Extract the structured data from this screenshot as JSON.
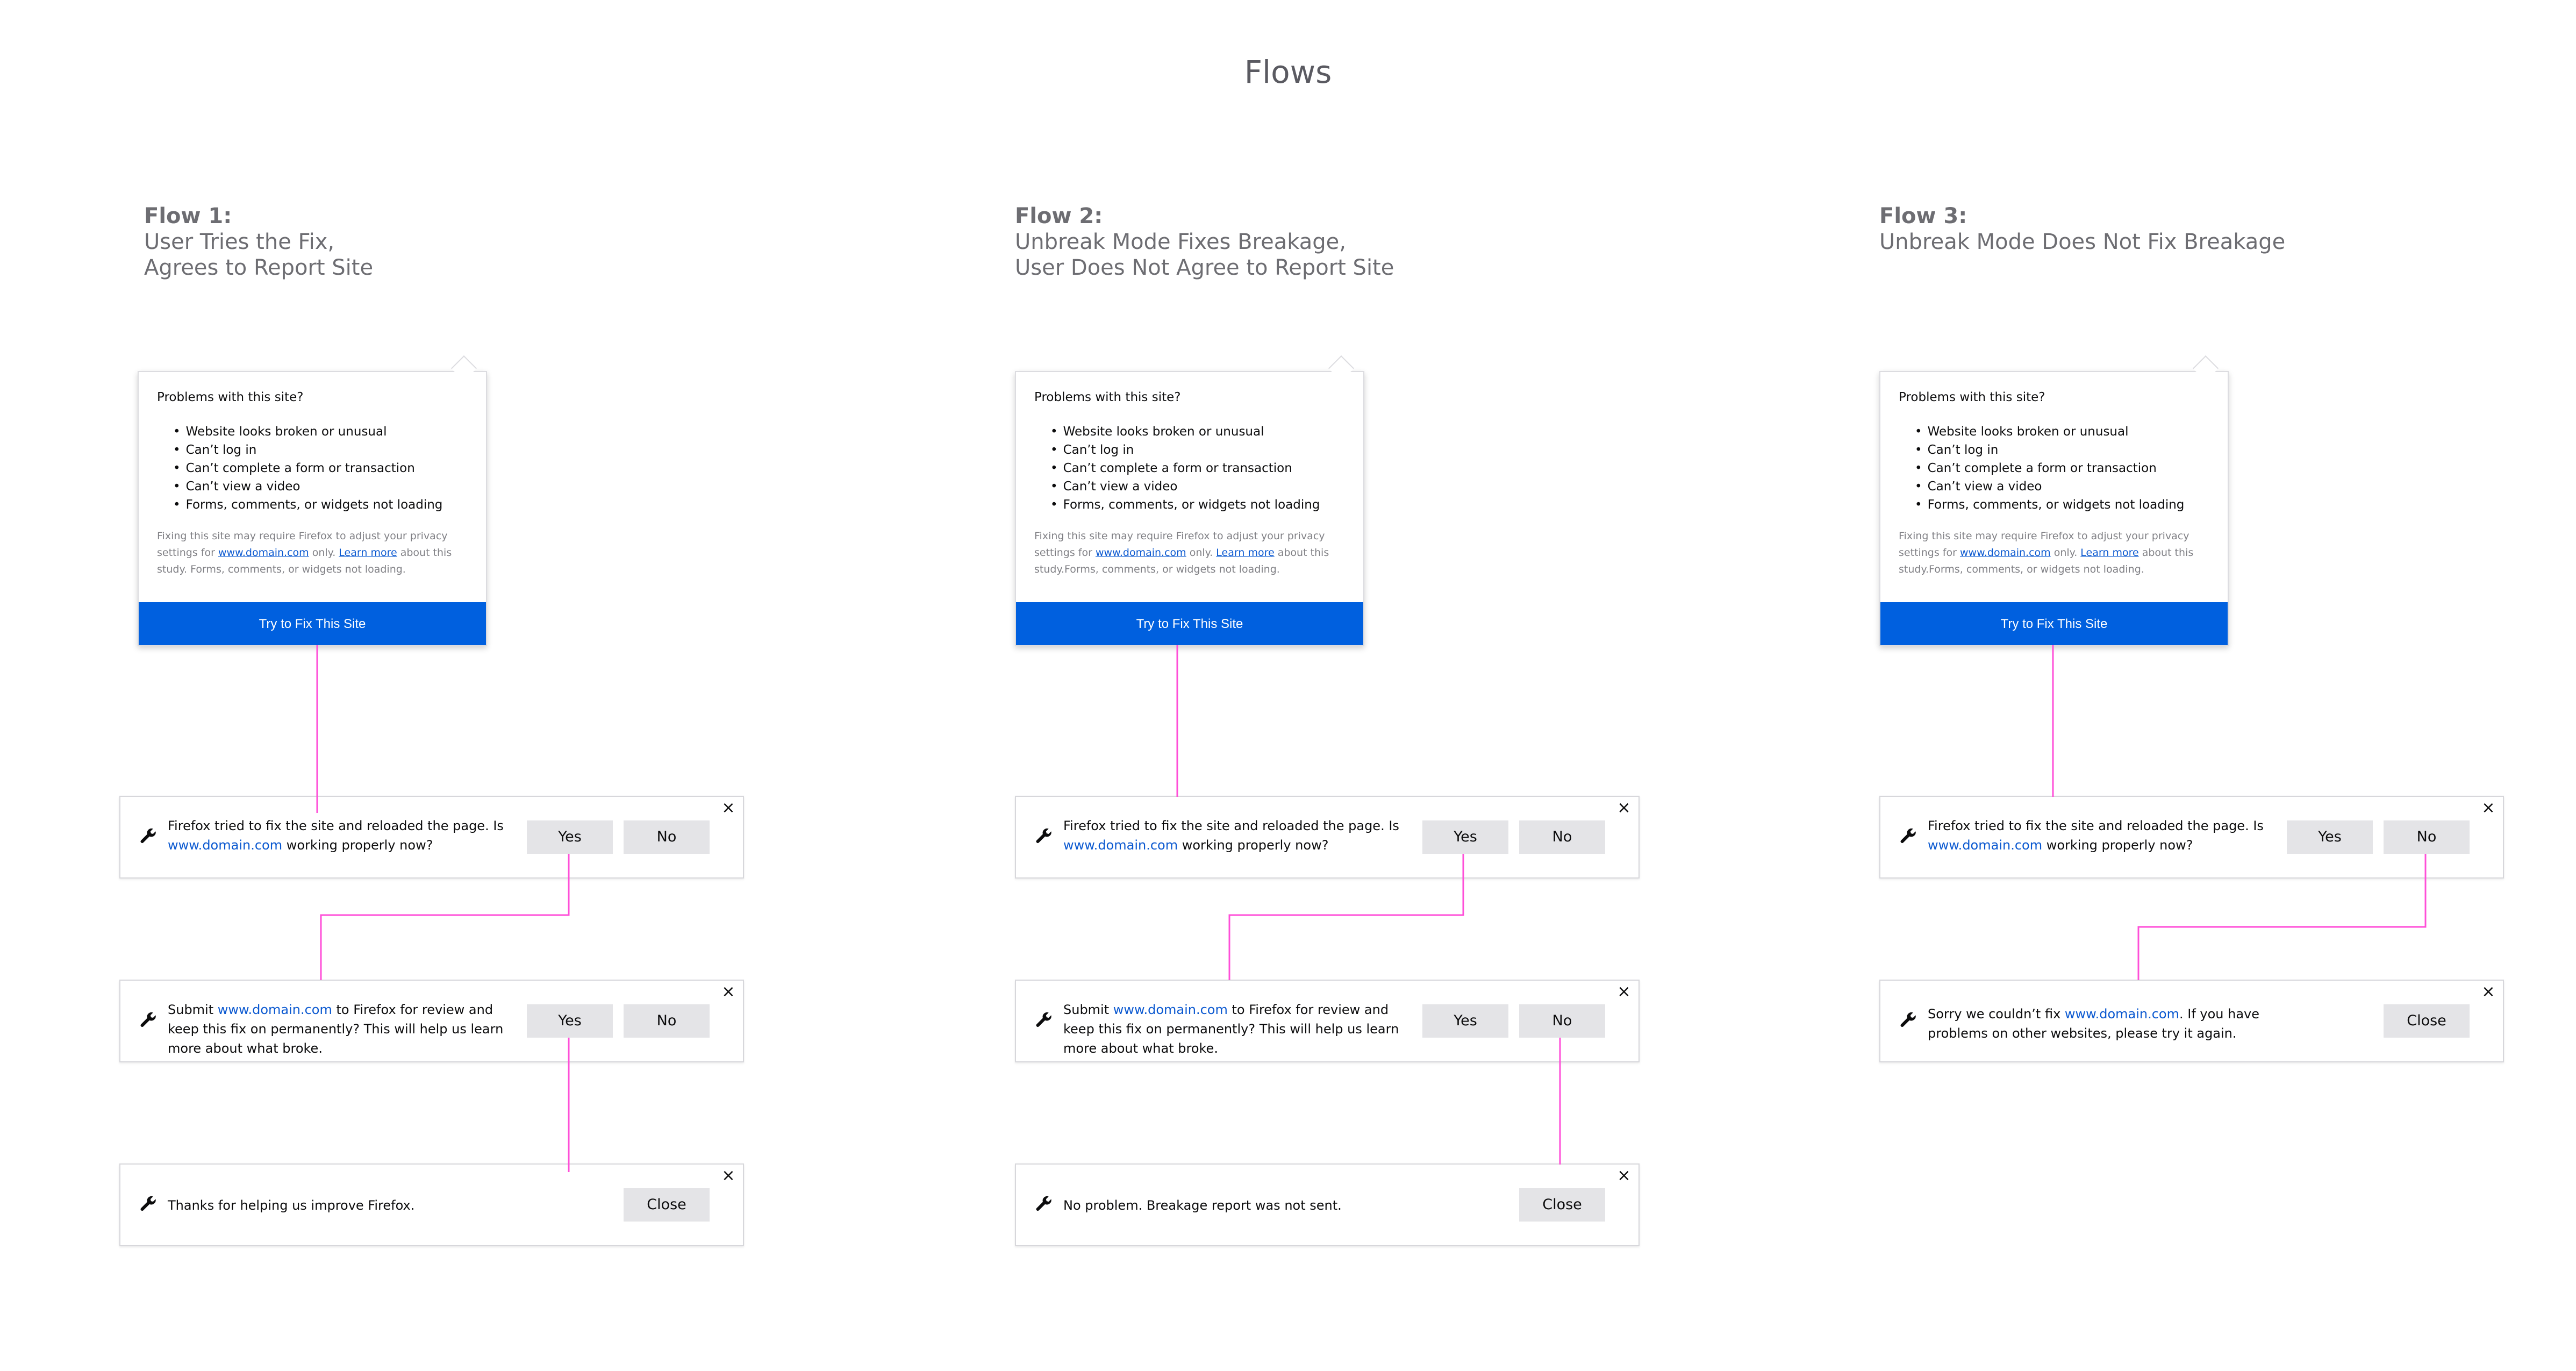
{
  "page_title": "Flows",
  "doorhanger": {
    "question": "Problems with this site?",
    "items": [
      "Website looks broken or unusual",
      "Can’t log in",
      "Can’t complete a form or transaction",
      "Can’t view a video",
      "Forms, comments, or widgets not loading"
    ],
    "note_a": "Fixing this site may require Firefox to adjust your privacy settings for ",
    "note_domain": "www.domain.com",
    "note_b": " only. ",
    "note_learn": "Learn more",
    "note_c": " about this study. ",
    "note_d": "Forms, comments, or widgets not loading.",
    "note_c2": " about this study.",
    "button": "Try to Fix This Site"
  },
  "bars": {
    "fix_a": "Firefox tried to fix the site and reloaded the page. Is ",
    "fix_domain": "www.domain.com",
    "fix_b": " working properly now?",
    "submit_a": "Submit ",
    "submit_domain": "www.domain.com",
    "submit_b": " to Firefox for review and keep this fix on permanently? This will help us learn more about what broke.",
    "thanks": "Thanks for helping us improve Firefox.",
    "noproblem": "No problem. Breakage report was not sent.",
    "sorry_a": "Sorry we couldn’t fix ",
    "sorry_domain": "www.domain.com",
    "sorry_b": ". If you have problems on other websites, please try it again.",
    "yes": "Yes",
    "no": "No",
    "close": "Close",
    "close_icon": "×"
  },
  "flows": [
    {
      "label": "Flow 1:",
      "line1": "User Tries the Fix,",
      "line2": "Agrees to Report Site"
    },
    {
      "label": "Flow 2:",
      "line1": "Unbreak Mode Fixes Breakage,",
      "line2": "User Does Not Agree to Report Site"
    },
    {
      "label": "Flow 3:",
      "line1": "Unbreak Mode Does Not Fix Breakage",
      "line2": ""
    }
  ],
  "colors": {
    "connector": "#ff4fd8",
    "primary": "#0060df",
    "link": "#0a58d0"
  }
}
